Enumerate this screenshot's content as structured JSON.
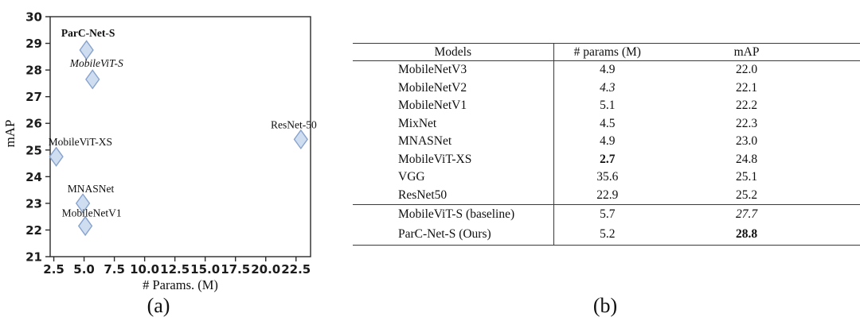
{
  "figure": {
    "caption_a": "(a)",
    "caption_b": "(b)"
  },
  "chart_data": [
    {
      "type": "scatter",
      "title": "",
      "xlabel": "# Params. (M)",
      "ylabel": "mAP",
      "xlim": [
        2.2,
        23.7
      ],
      "ylim": [
        21,
        30
      ],
      "xticks": [
        2.5,
        5.0,
        7.5,
        10.0,
        12.5,
        15.0,
        17.5,
        20.0,
        22.5
      ],
      "yticks": [
        21,
        22,
        23,
        24,
        25,
        26,
        27,
        28,
        29,
        30
      ],
      "grid": false,
      "legend": "none",
      "marker": "thin-diamond",
      "marker_fill": "#cfddf1",
      "marker_stroke": "#87a3cd",
      "axis_color": "#2b2b2b",
      "points": [
        {
          "label": "ParC-Net-S",
          "x": 5.2,
          "y": 28.75,
          "style": "bold",
          "anchor": "middle",
          "dx": 2,
          "dy": -17
        },
        {
          "label": "MobileViT-S",
          "x": 5.7,
          "y": 27.65,
          "style": "italic",
          "anchor": "middle",
          "dx": 5,
          "dy": -16
        },
        {
          "label": "MobileViT-XS",
          "x": 2.7,
          "y": 24.75,
          "style": "normal",
          "anchor": "start",
          "dx": -10,
          "dy": -14
        },
        {
          "label": "MNASNet",
          "x": 4.9,
          "y": 23.0,
          "style": "normal",
          "anchor": "middle",
          "dx": 10,
          "dy": -14
        },
        {
          "label": "MobileNetV1",
          "x": 5.1,
          "y": 22.15,
          "style": "normal",
          "anchor": "middle",
          "dx": 8,
          "dy": -12
        },
        {
          "label": "ResNet-50",
          "x": 22.9,
          "y": 25.4,
          "style": "normal",
          "anchor": "middle",
          "dx": -9,
          "dy": -14
        }
      ]
    },
    {
      "type": "table",
      "columns": [
        "Models",
        "# params (M)",
        "mAP"
      ],
      "rows": [
        {
          "model": "MobileNetV3",
          "params": "4.9",
          "map": "22.0",
          "params_style": "",
          "map_style": "",
          "group": 1
        },
        {
          "model": "MobileNetV2",
          "params": "4.3",
          "map": "22.1",
          "params_style": "italic",
          "map_style": "",
          "group": 1
        },
        {
          "model": "MobileNetV1",
          "params": "5.1",
          "map": "22.2",
          "params_style": "",
          "map_style": "",
          "group": 1
        },
        {
          "model": "MixNet",
          "params": "4.5",
          "map": "22.3",
          "params_style": "",
          "map_style": "",
          "group": 1
        },
        {
          "model": "MNASNet",
          "params": "4.9",
          "map": "23.0",
          "params_style": "",
          "map_style": "",
          "group": 1
        },
        {
          "model": "MobileViT-XS",
          "params": "2.7",
          "map": "24.8",
          "params_style": "bold",
          "map_style": "",
          "group": 1
        },
        {
          "model": "VGG",
          "params": "35.6",
          "map": "25.1",
          "params_style": "",
          "map_style": "",
          "group": 1
        },
        {
          "model": "ResNet50",
          "params": "22.9",
          "map": "25.2",
          "params_style": "",
          "map_style": "",
          "group": 1
        },
        {
          "model": "MobileViT-S (baseline)",
          "params": "5.7",
          "map": "27.7",
          "params_style": "",
          "map_style": "italic",
          "group": 2
        },
        {
          "model": "ParC-Net-S (Ours)",
          "params": "5.2",
          "map": "28.8",
          "params_style": "",
          "map_style": "bold",
          "group": 2
        }
      ]
    }
  ]
}
